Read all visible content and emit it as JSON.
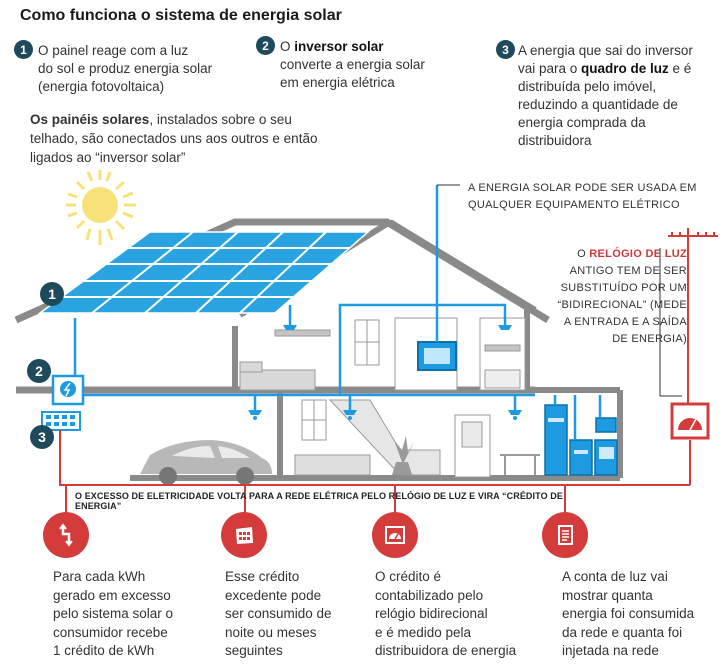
{
  "title": "Como funciona o sistema de energia solar",
  "steps": [
    {
      "num": "1",
      "lines": [
        "O painel reage com a luz",
        "do sol e produz energia solar",
        "(energia fotovoltaica)"
      ]
    },
    {
      "num": "2",
      "pre": "O ",
      "bold": "inversor solar",
      "lines": [
        "converte a energia solar",
        "em energia elétrica"
      ]
    },
    {
      "num": "3",
      "l1": "A energia que sai do inversor",
      "l2_pre": "vai para o ",
      "l2_bold": "quadro de luz",
      "l2_post": " e é",
      "lines": [
        "distribuída pelo imóvel,",
        "reduzindo a quantidade de",
        "energia comprada da",
        "distribuidora"
      ]
    }
  ],
  "panels_text": {
    "bold": "Os painéis solares",
    "rest": ", instalados sobre o seu telhado, são conectados uns aos outros e então ligados ao “inversor solar”"
  },
  "callout_equipment": [
    "A ENERGIA SOLAR PODE SER USADA EM",
    "QUALQUER EQUIPAMENTO ELÉTRICO"
  ],
  "callout_meter": {
    "pre": "O ",
    "bold": "RELÓGIO DE LUZ",
    "lines": [
      "ANTIGO TEM DE SER",
      "SUBSTITUÍDO POR UM",
      "“BIDIRECIONAL” (MEDE",
      "A ENTRADA E A SAÍDA",
      "DE ENERGIA)"
    ]
  },
  "excess_label": "O EXCESSO DE ELETRICIDADE VOLTA PARA A REDE ELÉTRICA PELO RELÓGIO DE LUZ E VIRA “CRÉDITO DE ENERGIA”",
  "bottom": [
    {
      "icon": "lightning-icon",
      "lines": [
        "Para cada kWh",
        "gerado em excesso",
        "pelo sistema solar o",
        "consumidor recebe",
        "1 crédito de kWh"
      ]
    },
    {
      "icon": "calendar-icon",
      "lines": [
        "Esse crédito",
        "excedente pode",
        "ser consumido de",
        "noite ou meses",
        "seguintes"
      ]
    },
    {
      "icon": "meter-icon",
      "lines": [
        "O crédito é",
        "contabilizado pelo",
        "relógio bidirecional",
        "e é medido pela",
        "distribuidora de energia"
      ]
    },
    {
      "icon": "bill-icon",
      "lines": [
        "A conta de luz vai",
        "mostrar quanta",
        "energia foi consumida",
        "da rede e quanta foi",
        "injetada na rede"
      ]
    }
  ],
  "colors": {
    "accent_red": "#d43c3c",
    "panel_blue": "#2aa4e0",
    "wire_blue": "#1e9be0",
    "step_dark": "#1f4a5c",
    "house_gray": "#8a8a8a"
  }
}
